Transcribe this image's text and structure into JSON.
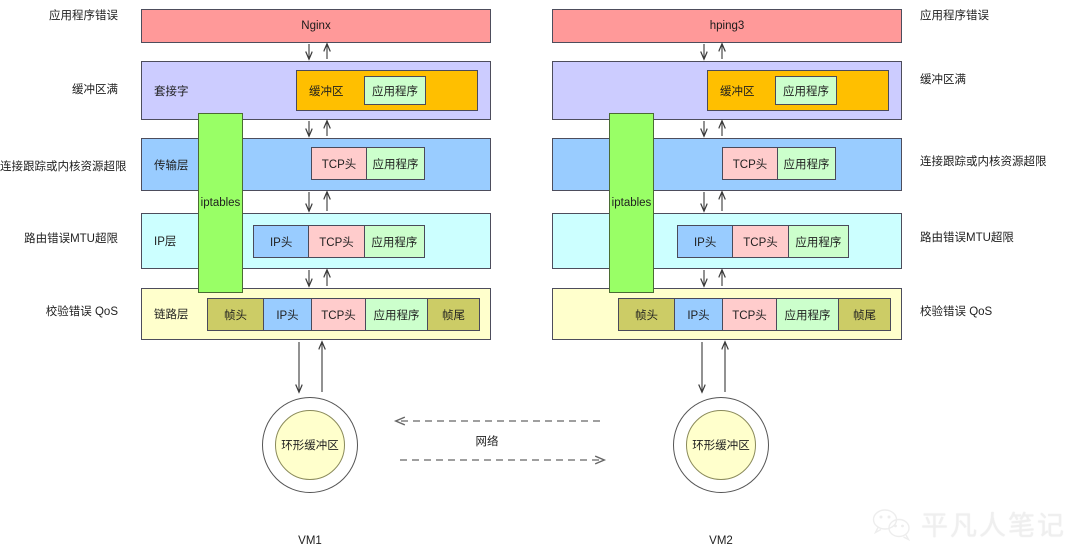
{
  "diagram": {
    "title": "Linux network protocol stack troubleshooting diagram",
    "network_label": "网络",
    "colors": {
      "app": "#FF9999",
      "socket": "#CCCCFF",
      "transport": "#99CCFF",
      "ip": "#CCFFFF",
      "link": "#FFFFCC",
      "buffer": "#FFBF00",
      "app_payload": "#CCFFCC",
      "tcp_header": "#FFCCCC",
      "ip_header": "#99CCFF",
      "frame": "#CCCC66",
      "iptables": "#99FF66",
      "ringbuffer": "#FFFFCC",
      "border": "#4A4A5A"
    }
  },
  "left_labels": [
    {
      "text": "应用程序错误"
    },
    {
      "text": "缓冲区满"
    },
    {
      "text": "连接跟踪或内核资源超限"
    },
    {
      "text": "路由错误MTU超限"
    },
    {
      "text": "校验错误 QoS"
    }
  ],
  "right_labels": [
    {
      "text": "应用程序错误"
    },
    {
      "text": "缓冲区满"
    },
    {
      "text": "连接跟踪或内核资源超限"
    },
    {
      "text": "路由错误MTU超限"
    },
    {
      "text": "校验错误 QoS"
    }
  ],
  "vm1": {
    "name": "VM1",
    "app_process": "Nginx",
    "iptables": "iptables",
    "ring_buffer": "环形缓冲区",
    "layers": [
      {
        "id": "socket",
        "name": "套接字"
      },
      {
        "id": "transport",
        "name": "传输层"
      },
      {
        "id": "ip",
        "name": "IP层"
      },
      {
        "id": "link",
        "name": "链路层"
      }
    ],
    "socket_packet": {
      "outer": "缓冲区",
      "inner": "应用程序"
    },
    "transport_packet": [
      "TCP头",
      "应用程序"
    ],
    "ip_packet": [
      "IP头",
      "TCP头",
      "应用程序"
    ],
    "link_packet": [
      "帧头",
      "IP头",
      "TCP头",
      "应用程序",
      "帧尾"
    ]
  },
  "vm2": {
    "name": "VM2",
    "app_process": "hping3",
    "iptables": "iptables",
    "ring_buffer": "环形缓冲区",
    "layers": [
      {
        "id": "socket",
        "name": ""
      },
      {
        "id": "transport",
        "name": ""
      },
      {
        "id": "ip",
        "name": ""
      },
      {
        "id": "link",
        "name": ""
      }
    ],
    "socket_packet": {
      "outer": "缓冲区",
      "inner": "应用程序"
    },
    "transport_packet": [
      "TCP头",
      "应用程序"
    ],
    "ip_packet": [
      "IP头",
      "TCP头",
      "应用程序"
    ],
    "link_packet": [
      "帧头",
      "IP头",
      "TCP头",
      "应用程序",
      "帧尾"
    ]
  },
  "watermark": {
    "text": "平凡人笔记"
  }
}
